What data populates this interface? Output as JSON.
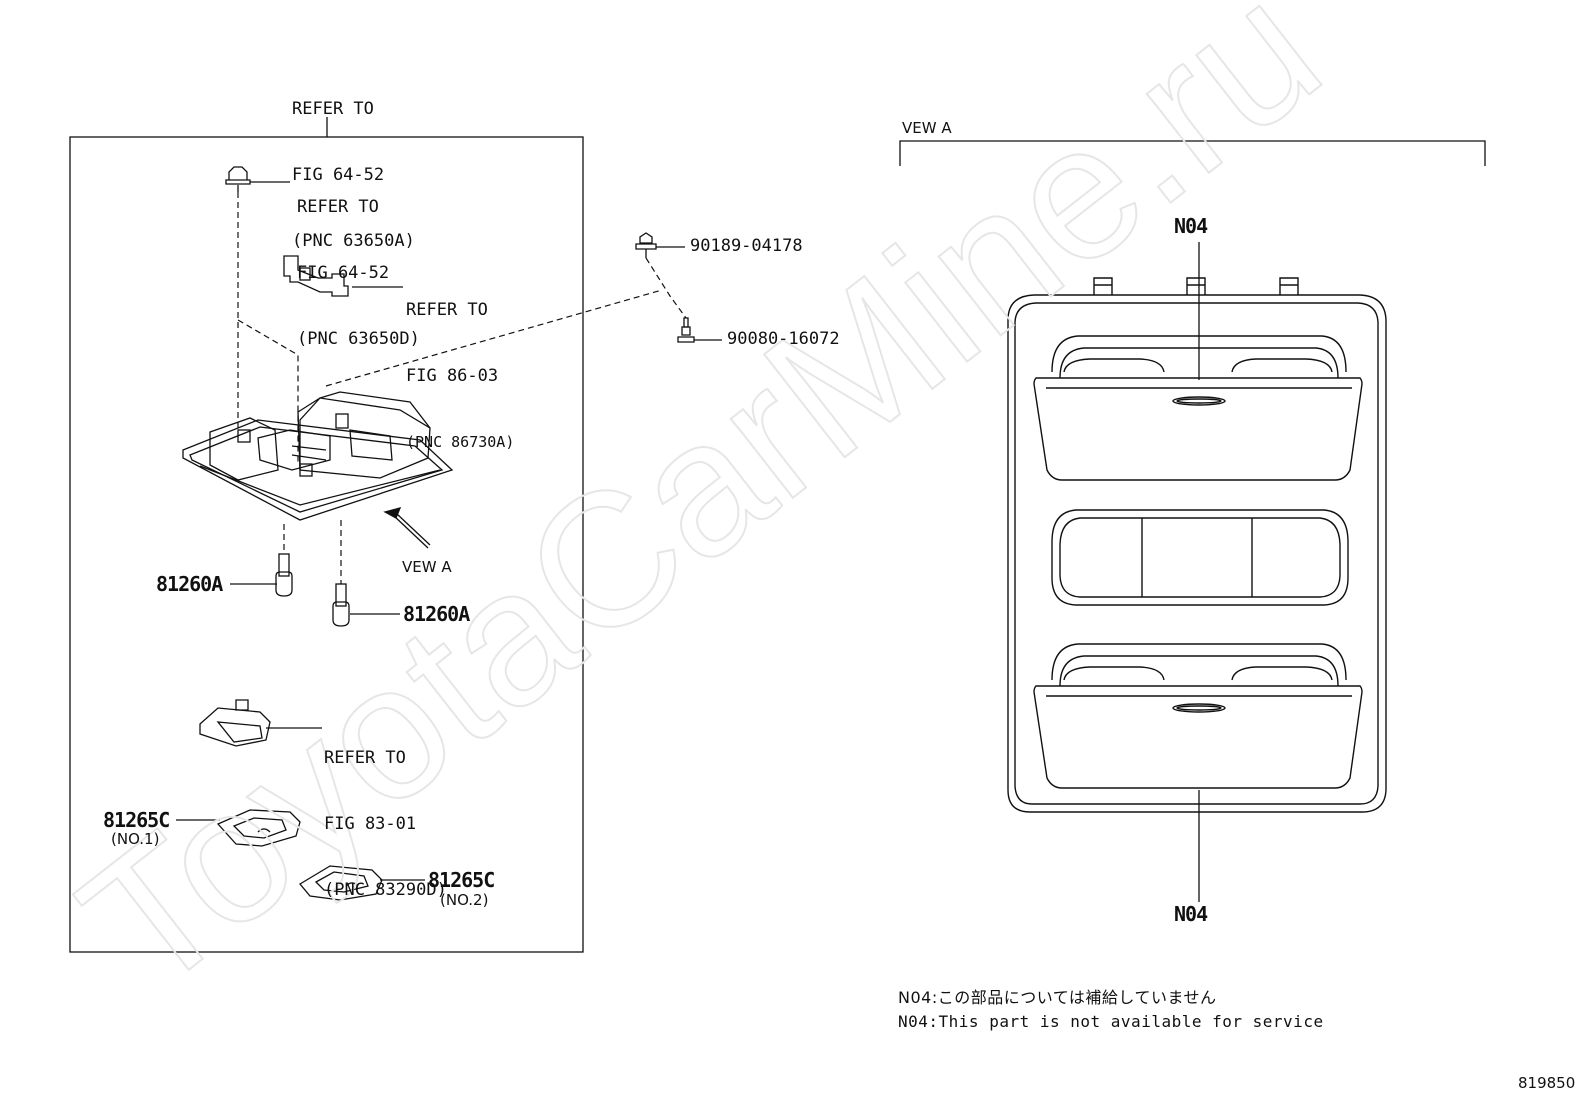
{
  "watermark": "ToyotaCarMine.ru",
  "figure_number": "819850",
  "refs": {
    "ref1": {
      "line1": "REFER TO",
      "line2": "FIG 64-52",
      "line3": "(PNC 63650A)"
    },
    "ref2": {
      "line1": "REFER TO",
      "line2": "FIG 64-52",
      "line3": "(PNC 63650D)"
    },
    "ref3": {
      "line1": "REFER TO",
      "line2": "FIG 86-03",
      "line3": "(PNC 86730A)"
    },
    "ref4": {
      "line1": "REFER TO",
      "line2": "FIG 83-01",
      "line3": "(PNC 83290D)"
    }
  },
  "parts": {
    "screw_clip": "90189-04178",
    "screw": "90080-16072",
    "bulb_left": "81260A",
    "bulb_right": "81260A",
    "lens_no1": "81265C",
    "lens_no1_sub": "(NO.1)",
    "lens_no2": "81265C",
    "lens_no2_sub": "(NO.2)"
  },
  "view": {
    "arrow_label": "VEW A",
    "title": "VEW A",
    "callout_top": "N04",
    "callout_bottom": "N04"
  },
  "notes": {
    "jp": "N04:この部品については補給していません",
    "en": "N04:This part is not available for service"
  }
}
